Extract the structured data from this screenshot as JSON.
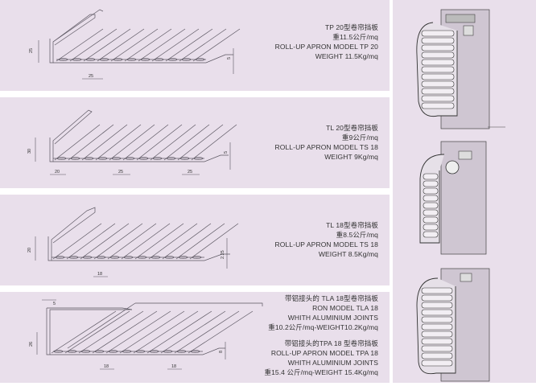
{
  "panels": [
    {
      "id": "tp20",
      "lines": [
        "TP 20型卷帘挡板",
        "重11.5公斤/mq",
        "ROLL-UP APRON MODEL TP 20",
        "WEIGHT 11.5Kg/mq"
      ],
      "dims": [
        "25",
        "25",
        "5"
      ]
    },
    {
      "id": "tl20",
      "lines": [
        "TL 20型卷帘挡板",
        "重9公斤/mq",
        "ROLL-UP APRON MODEL TS 18",
        "WEIGHT 9Kg/mq"
      ],
      "dims": [
        "30",
        "20",
        "25",
        "25",
        "5"
      ]
    },
    {
      "id": "tl18",
      "lines": [
        "TL 18型卷帘挡板",
        "重8.5公斤/mq",
        "ROLL-UP APRON MODEL TS 18",
        "WEIGHT 8.5Kg/mq"
      ],
      "dims": [
        "20",
        "18",
        "2.25"
      ]
    },
    {
      "id": "tla18",
      "lines": [
        "带铝接头的 TLA 18型卷帘挡板",
        "RON MODEL TLA 18",
        "WHITH ALUMINIUM JOINTS",
        "重10.2公斤/mq-WEIGHT10.2Kg/mq",
        "带铝接头的TPA 18 型卷帘挡板",
        "ROLL-UP APRON MODEL TPA 18",
        "WHITH ALUMINIUM JOINTS",
        "重15.4 公斤/mq-WEIGHT 15.4Kg/mq"
      ],
      "dims": [
        "5",
        "26",
        "8",
        "18",
        "18"
      ]
    }
  ]
}
